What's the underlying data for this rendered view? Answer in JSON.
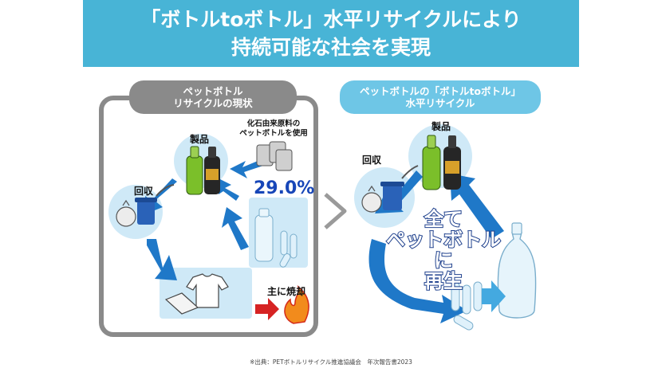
{
  "title": {
    "line1": "「ボトルtoボトル」水平リサイクルにより",
    "line2": "持続可能な社会を実現"
  },
  "left_panel": {
    "header_line1": "ペットボトル",
    "header_line2": "リサイクルの現状",
    "product_label": "製品",
    "collection_label": "回収",
    "fossil_note_line1": "化石由来原料の",
    "fossil_note_line2": "ペットボトルを使用",
    "recycle_rate": "29.0%",
    "incineration_label": "主に焼却"
  },
  "right_panel": {
    "header_line1": "ペットボトルの「ボトルtoボトル」",
    "header_line2": "水平リサイクル",
    "product_label": "製品",
    "collection_label": "回収",
    "message_line1": "全て",
    "message_line2": "ペットボトルに",
    "message_line3": "再生"
  },
  "footer": "※出典：PETボトルリサイクル推進協議会　年次報告書2023",
  "colors": {
    "banner": "#48b4d6",
    "arrow_blue": "#1f78c8",
    "light_blue": "#cfe9f7",
    "gray": "#8a8a8a",
    "percent_text": "#1746b8"
  },
  "icons": [
    "trash-bin-icon",
    "garbage-bag-icon",
    "green-tea-bottle-icon",
    "black-tea-bottle-icon",
    "oil-drum-icon",
    "pet-bottle-icon",
    "preform-icon",
    "tshirt-icon",
    "tray-icon",
    "fire-icon",
    "arrow-icon"
  ]
}
